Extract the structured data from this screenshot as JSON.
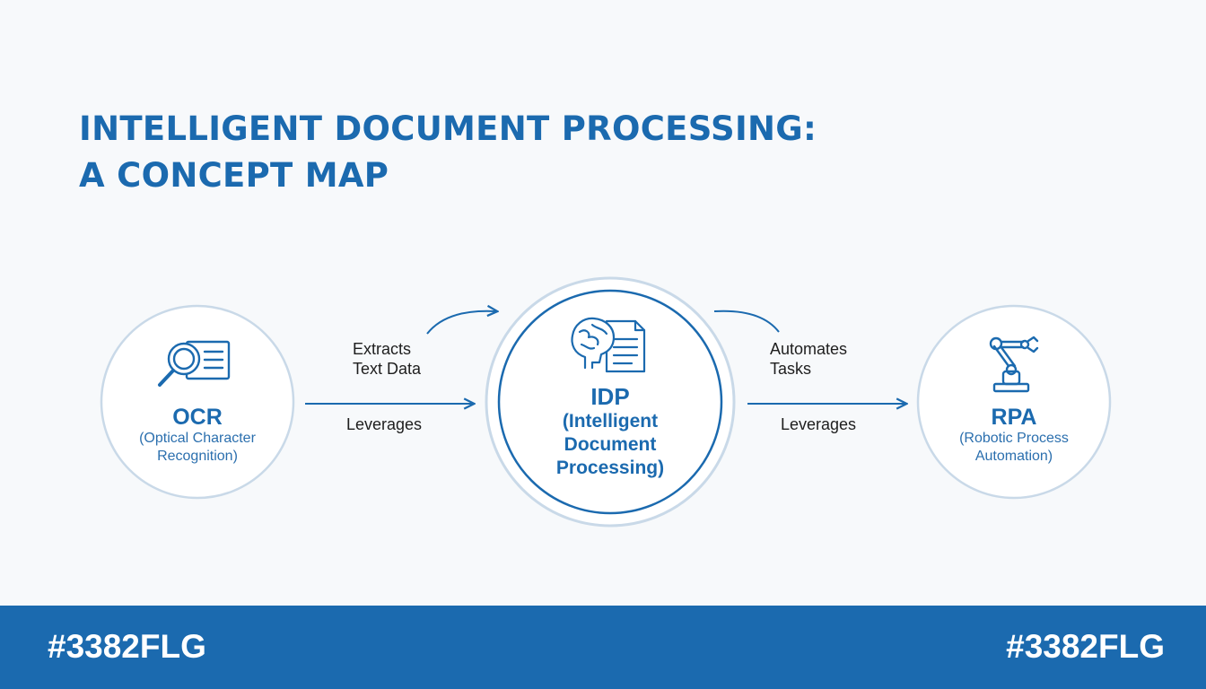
{
  "title": {
    "line1": "INTELLIGENT DOCUMENT PROCESSING:",
    "line2": "A CONCEPT MAP"
  },
  "nodes": {
    "ocr": {
      "abbr": "OCR",
      "full": "(Optical Character\nRecognition)",
      "icon": "magnifier-document-icon"
    },
    "idp": {
      "abbr": "IDP",
      "full": "(Intelligent\nDocument\nProcessing)",
      "icon": "brain-document-icon"
    },
    "rpa": {
      "abbr": "RPA",
      "full": "(Robotic Process\nAutomation)",
      "icon": "robot-arm-icon"
    }
  },
  "edges": {
    "ocr_to_idp": {
      "label_top": "Extracts\nText Data",
      "label_bottom": "Leverages"
    },
    "idp_to_rpa": {
      "label_top": "Automates\n Tasks",
      "label_bottom": "Leverages"
    }
  },
  "footer": {
    "tag_left": "#3382FLG",
    "tag_right": "#3382FLG"
  },
  "colors": {
    "accent": "#1b6aaf",
    "ring": "#c9d9e8",
    "background": "#f7f9fb",
    "text": "#1e1e1e"
  }
}
